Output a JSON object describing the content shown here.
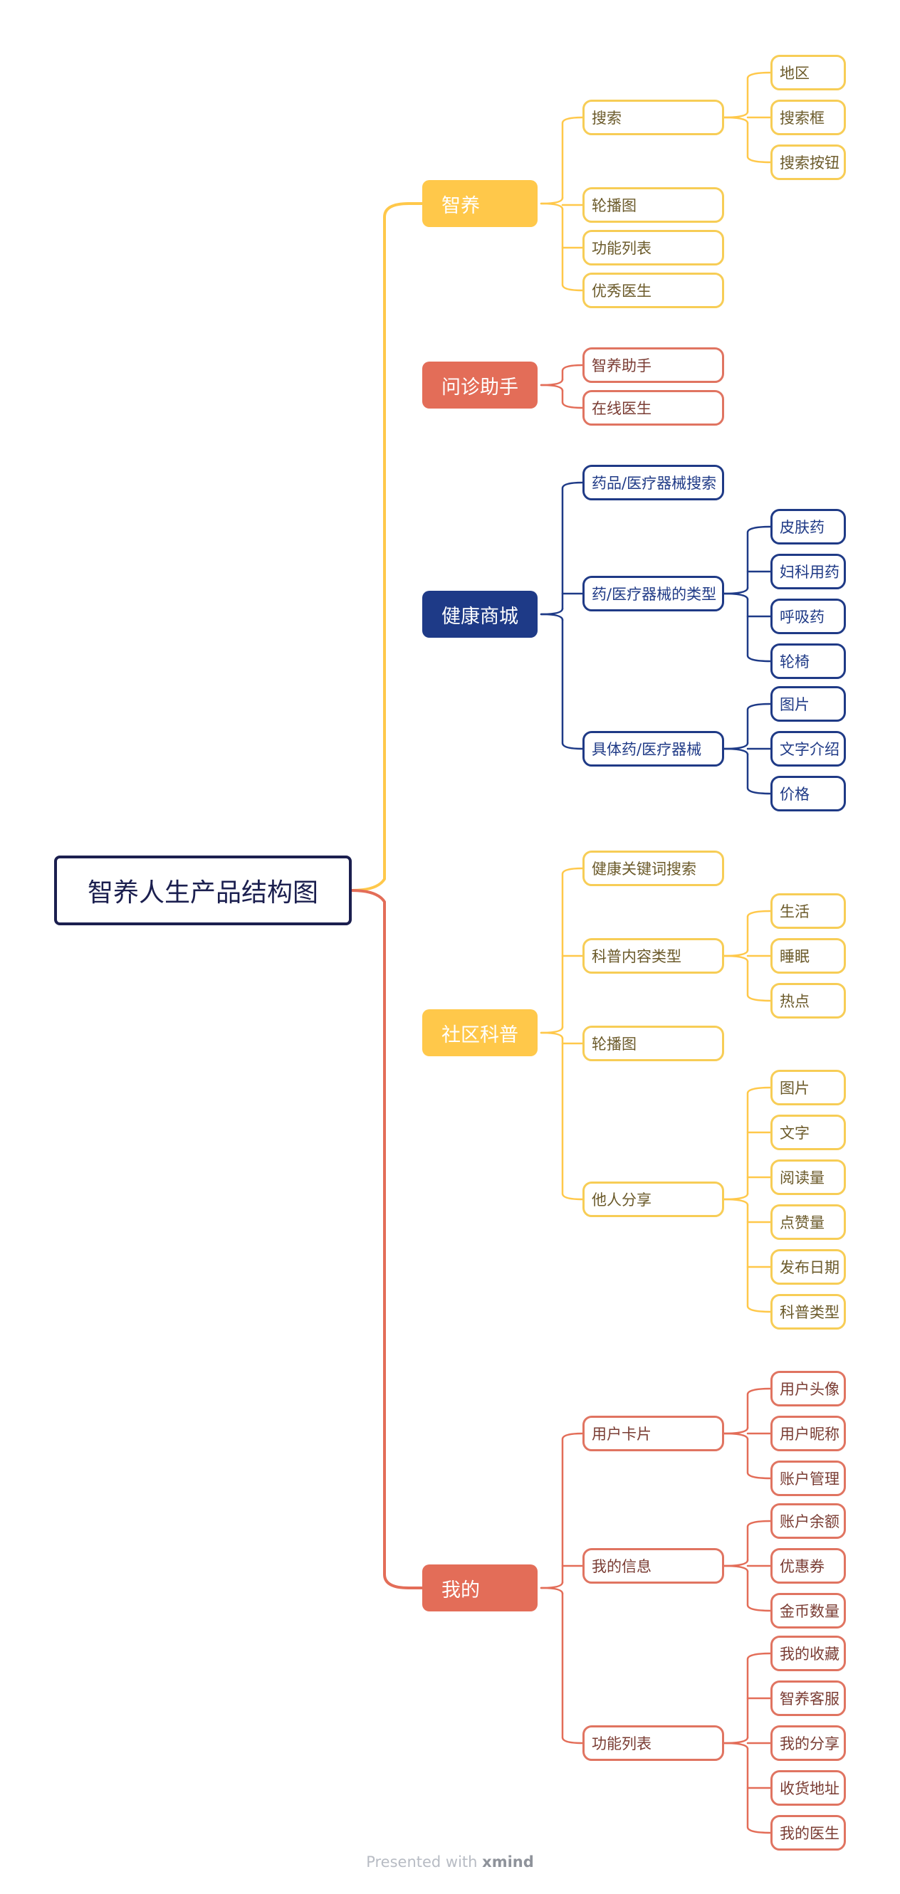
{
  "title": "智养人生产品结构图",
  "footer": {
    "prefix": "Presented with",
    "brand": "xmind"
  },
  "colors": {
    "yellow": "#ffc84a",
    "red": "#e36d58",
    "navy": "#1e3a87",
    "root_border": "#1b1f4f"
  },
  "branches": [
    {
      "label": "智养",
      "color": "yellow",
      "children": [
        {
          "label": "搜索",
          "children": [
            "地区",
            "搜索框",
            "搜索按钮"
          ]
        },
        {
          "label": "轮播图",
          "children": []
        },
        {
          "label": "功能列表",
          "children": []
        },
        {
          "label": "优秀医生",
          "children": []
        }
      ]
    },
    {
      "label": "问诊助手",
      "color": "red",
      "children": [
        {
          "label": "智养助手",
          "children": []
        },
        {
          "label": "在线医生",
          "children": []
        }
      ]
    },
    {
      "label": "健康商城",
      "color": "navy",
      "children": [
        {
          "label": "药品/医疗器械搜索",
          "children": []
        },
        {
          "label": "药/医疗器械的类型",
          "children": [
            "皮肤药",
            "妇科用药",
            "呼吸药",
            "轮椅"
          ]
        },
        {
          "label": "具体药/医疗器械",
          "children": [
            "图片",
            "文字介绍",
            "价格"
          ]
        }
      ]
    },
    {
      "label": "社区科普",
      "color": "yellow",
      "children": [
        {
          "label": "健康关键词搜索",
          "children": []
        },
        {
          "label": "科普内容类型",
          "children": [
            "生活",
            "睡眠",
            "热点"
          ]
        },
        {
          "label": "轮播图",
          "children": []
        },
        {
          "label": "他人分享",
          "children": [
            "图片",
            "文字",
            "阅读量",
            "点赞量",
            "发布日期",
            "科普类型"
          ]
        }
      ]
    },
    {
      "label": "我的",
      "color": "red",
      "children": [
        {
          "label": "用户卡片",
          "children": [
            "用户头像",
            "用户昵称",
            "账户管理"
          ]
        },
        {
          "label": "我的信息",
          "children": [
            "账户余额",
            "优惠券",
            "金币数量"
          ]
        },
        {
          "label": "功能列表",
          "children": [
            "我的收藏",
            "智养客服",
            "我的分享",
            "收货地址",
            "我的医生"
          ]
        }
      ]
    }
  ]
}
